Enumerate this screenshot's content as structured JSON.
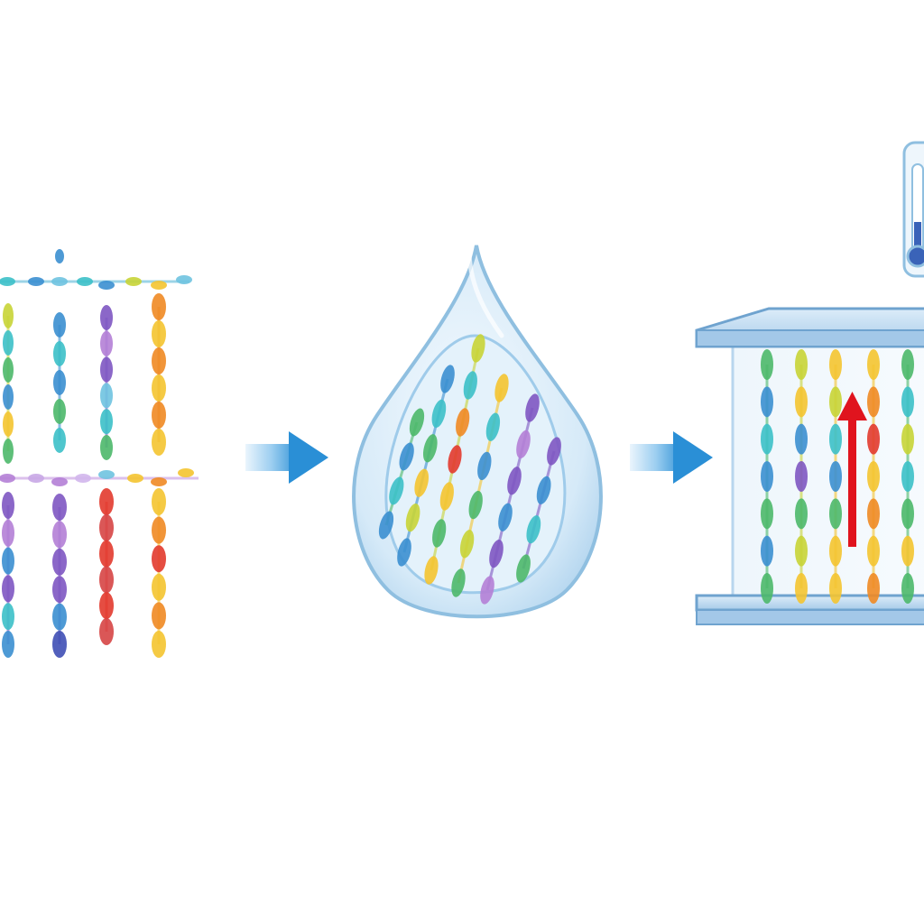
{
  "diagram": {
    "stages": [
      {
        "name": "disordered-chains"
      },
      {
        "name": "droplet-aligned-chains"
      },
      {
        "name": "confined-heated-chains"
      }
    ],
    "arrows": [
      {
        "name": "process-arrow-1",
        "color": "#2a8fd6"
      },
      {
        "name": "process-arrow-2",
        "color": "#2a8fd6"
      }
    ],
    "colors": {
      "chain_palette": [
        "#3b8fd0",
        "#7e57c2",
        "#f4c430",
        "#f08a24",
        "#e23a2e",
        "#4cb86a",
        "#3cc0c8",
        "#b47fd6"
      ],
      "droplet_fill": "#cfe6f7",
      "droplet_edge": "#8fbfe0",
      "plate_fill": "#bcd8ef",
      "plate_edge": "#6fa3cf",
      "stress_arrow": "#e0141e",
      "thermometer_fluid": "#3a63b8"
    },
    "icons": [
      "thermometer-icon",
      "red-up-arrow-icon"
    ]
  }
}
